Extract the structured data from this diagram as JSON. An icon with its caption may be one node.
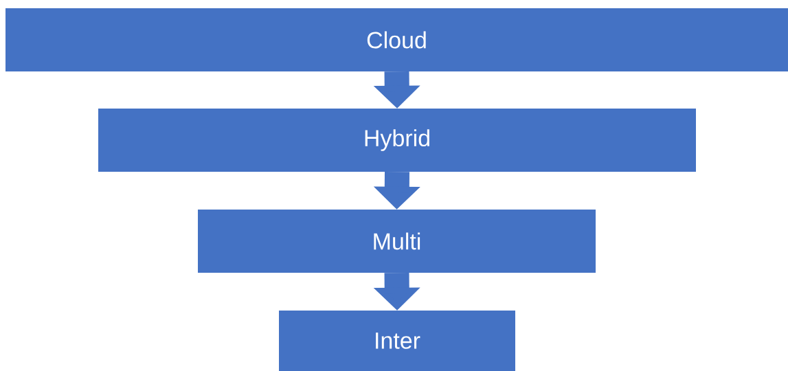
{
  "diagram": {
    "nodes": [
      {
        "text": [
          "Cloud"
        ]
      },
      {
        "text": [
          "Hybrid"
        ]
      },
      {
        "text": [
          "Multi"
        ]
      },
      {
        "text": [
          "Inter"
        ]
      }
    ],
    "edges": [
      {
        "from": 0,
        "to": 1,
        "arrow": "to"
      },
      {
        "from": 1,
        "to": 2,
        "arrow": "to"
      },
      {
        "from": 2,
        "to": 3,
        "arrow": "to"
      }
    ]
  }
}
